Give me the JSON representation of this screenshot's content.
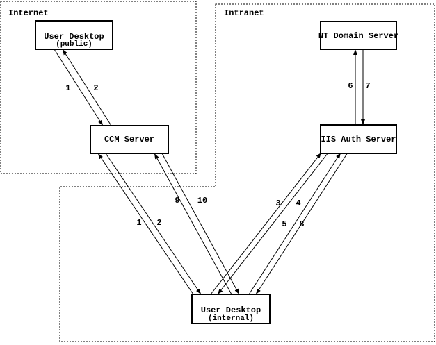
{
  "diagram": {
    "colors": {
      "ink": "#000000",
      "paper": "#ffffff"
    },
    "zones": {
      "internet": {
        "label": "Internet"
      },
      "intranet": {
        "label": "Intranet"
      }
    },
    "nodes": {
      "desktop_public": {
        "title": "User Desktop",
        "subtitle": "(public)"
      },
      "ccm": {
        "title": "CCM Server"
      },
      "nt": {
        "title": "NT Domain Server"
      },
      "iis": {
        "title": "IIS Auth Server"
      },
      "desktop_internal": {
        "title": "User Desktop",
        "subtitle": "(internal)"
      }
    },
    "edges": [
      {
        "label": "1",
        "from": "User Desktop (public)",
        "to": "CCM Server"
      },
      {
        "label": "2",
        "from": "CCM Server",
        "to": "User Desktop (public)"
      },
      {
        "label": "1",
        "from": "User Desktop (internal)",
        "to": "CCM Server"
      },
      {
        "label": "2",
        "from": "CCM Server",
        "to": "User Desktop (internal)"
      },
      {
        "label": "9",
        "from": "User Desktop (internal)",
        "to": "CCM Server"
      },
      {
        "label": "10",
        "from": "CCM Server",
        "to": "User Desktop (internal)"
      },
      {
        "label": "3",
        "from": "User Desktop (internal)",
        "to": "IIS Auth Server"
      },
      {
        "label": "4",
        "from": "IIS Auth Server",
        "to": "User Desktop (internal)"
      },
      {
        "label": "5",
        "from": "User Desktop (internal)",
        "to": "IIS Auth Server"
      },
      {
        "label": "8",
        "from": "IIS Auth Server",
        "to": "User Desktop (internal)"
      },
      {
        "label": "6",
        "from": "IIS Auth Server",
        "to": "NT Domain Server"
      },
      {
        "label": "7",
        "from": "NT Domain Server",
        "to": "IIS Auth Server"
      }
    ]
  }
}
